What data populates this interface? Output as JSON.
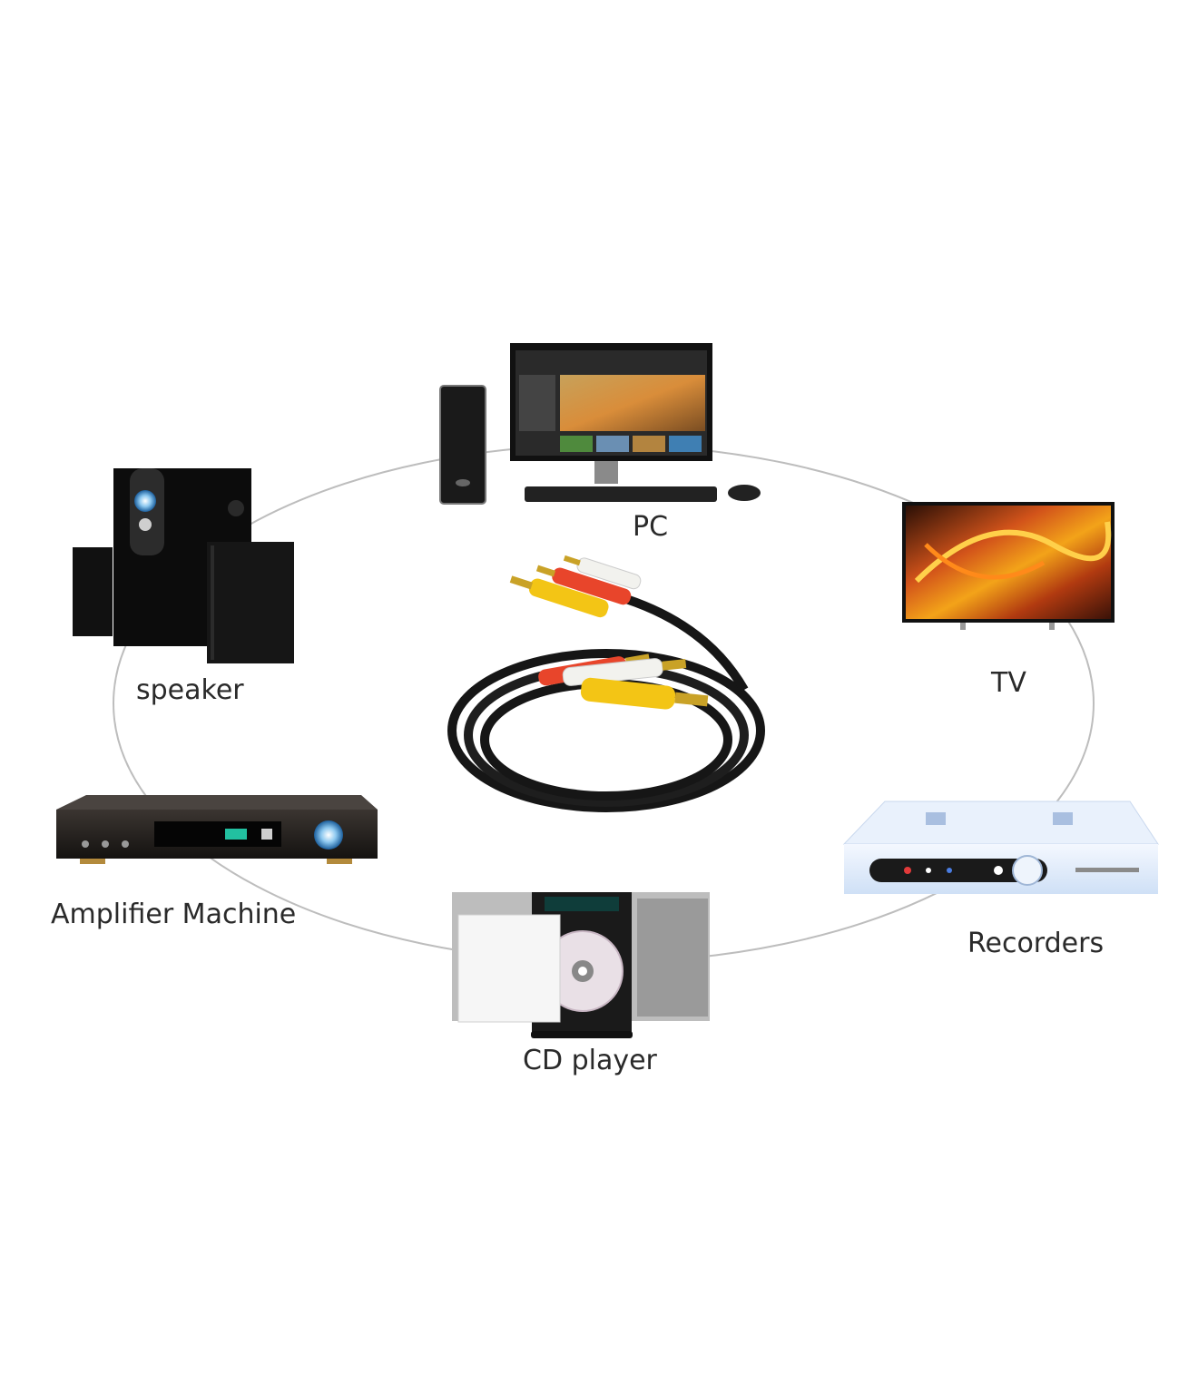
{
  "devices": {
    "pc": "PC",
    "speaker": "speaker",
    "tv": "TV",
    "amplifier": "Amplifier Machine",
    "recorders": "Recorders",
    "cd_player": "CD player"
  },
  "cable_plug_colors": [
    "#f3c515",
    "#e8452b",
    "#f2f2ee"
  ],
  "ring_color": "#bdbdbd"
}
